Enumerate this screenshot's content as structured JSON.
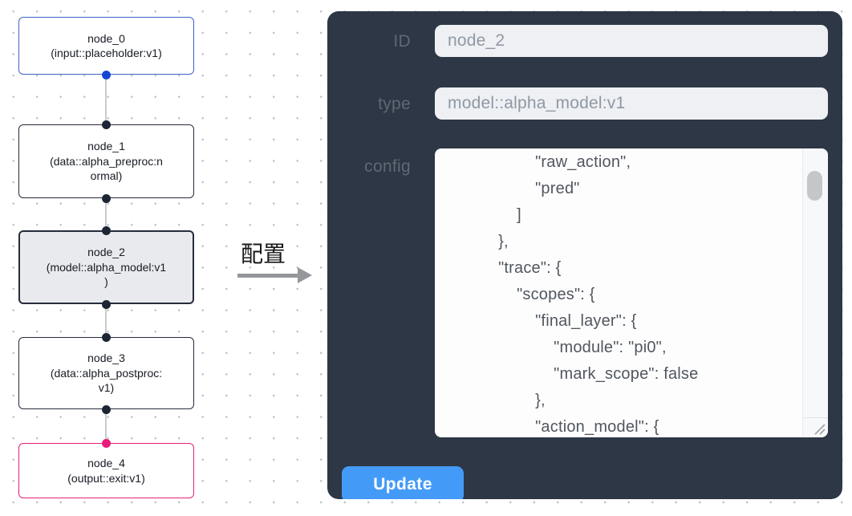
{
  "canvas": {
    "nodes": [
      {
        "id": "node_0",
        "lines": [
          "node_0",
          "(input::placeholder:v1)"
        ],
        "accent": "#3c64c6",
        "selected": false
      },
      {
        "id": "node_1",
        "lines": [
          "node_1",
          "(data::alpha_preproc:n",
          "ormal)"
        ],
        "accent": "#262c3c",
        "selected": false
      },
      {
        "id": "node_2",
        "lines": [
          "node_2",
          "(model::alpha_model:v1",
          ")"
        ],
        "accent": "#262c3c",
        "selected": true
      },
      {
        "id": "node_3",
        "lines": [
          "node_3",
          "(data::alpha_postproc:",
          "v1)"
        ],
        "accent": "#262c3c",
        "selected": false
      },
      {
        "id": "node_4",
        "lines": [
          "node_4",
          "(output::exit:v1)"
        ],
        "accent": "#e52179",
        "selected": false
      }
    ]
  },
  "transition": {
    "label": "配置"
  },
  "panel": {
    "id_label": "ID",
    "id_value": "node_2",
    "type_label": "type",
    "type_value": "model::alpha_model:v1",
    "config_label": "config",
    "config_lines": [
      "                    \"raw_action\",",
      "                    \"pred\"",
      "                ]",
      "            },",
      "            \"trace\": {",
      "                \"scopes\": {",
      "                    \"final_layer\": {",
      "                        \"module\": \"pi0\",",
      "                        \"mark_scope\": false",
      "                    },",
      "                    \"action_model\": {"
    ],
    "update_label": "Update"
  },
  "colors": {
    "panel_bg": "#2d3745",
    "button_blue": "#449bf7",
    "node_blue_accent": "#3c64c6",
    "node_pink_accent": "#e52179",
    "selected_node_fill": "#e9eaed",
    "port_dark": "#1d2433",
    "port_blue": "#1746d3",
    "port_pink": "#e81d78"
  }
}
